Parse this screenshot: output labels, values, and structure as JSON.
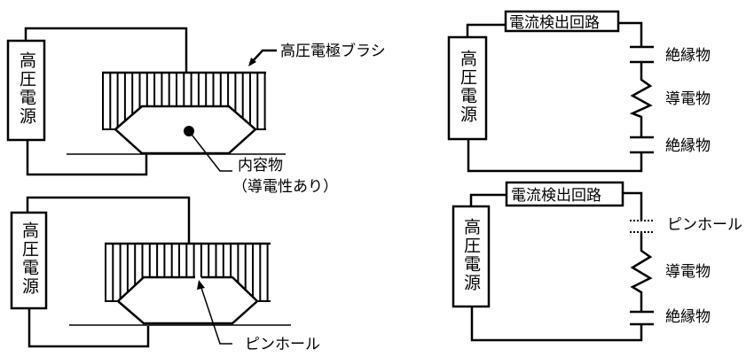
{
  "fig_a": {
    "power_supply": "高圧電源",
    "brush_label": "高圧電極ブラシ",
    "content_label": "内容物",
    "content_note": "（導電性あり）"
  },
  "fig_b": {
    "power_supply": "高圧電源",
    "pinhole_label": "ピンホール"
  },
  "fig_c": {
    "detector": "電流検出回路",
    "power_supply": "高圧電源",
    "labels": [
      "絶縁物",
      "導電物",
      "絶縁物"
    ]
  },
  "fig_d": {
    "detector": "電流検出回路",
    "power_supply": "高圧電源",
    "labels": [
      "ピンホール",
      "導電物",
      "絶縁物"
    ]
  }
}
